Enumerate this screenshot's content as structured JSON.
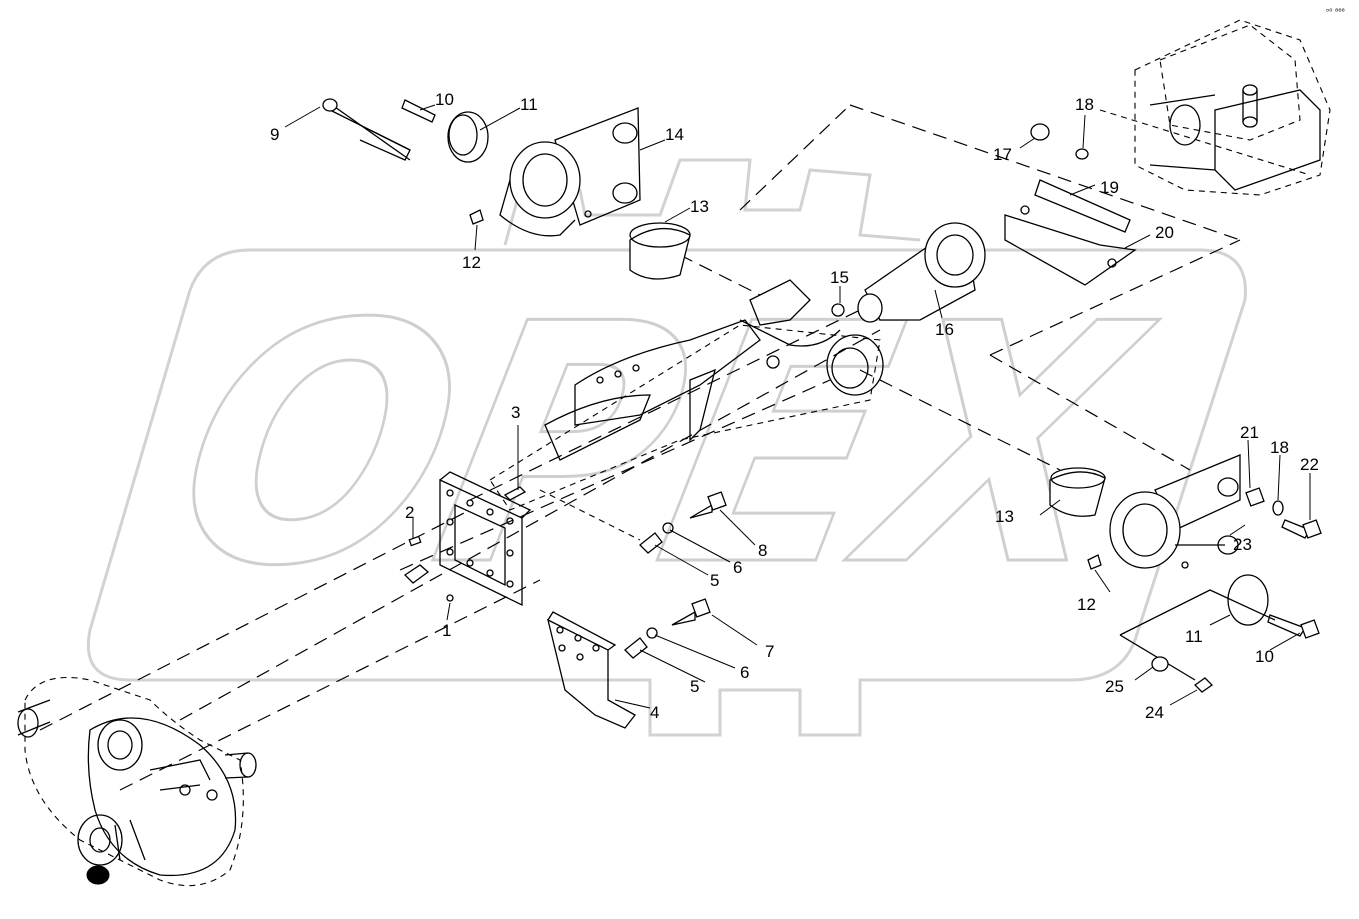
{
  "watermark": {
    "text": "OPEX"
  },
  "corner_mark": "ᵒ⁰ ⁸⁶⁶",
  "callouts": [
    {
      "id": "c1",
      "label": "1"
    },
    {
      "id": "c2",
      "label": "2"
    },
    {
      "id": "c3",
      "label": "3"
    },
    {
      "id": "c4",
      "label": "4"
    },
    {
      "id": "c5a",
      "label": "5"
    },
    {
      "id": "c5b",
      "label": "5"
    },
    {
      "id": "c6a",
      "label": "6"
    },
    {
      "id": "c6b",
      "label": "6"
    },
    {
      "id": "c7",
      "label": "7"
    },
    {
      "id": "c8",
      "label": "8"
    },
    {
      "id": "c9",
      "label": "9"
    },
    {
      "id": "c10a",
      "label": "10"
    },
    {
      "id": "c10b",
      "label": "10"
    },
    {
      "id": "c11a",
      "label": "11"
    },
    {
      "id": "c11b",
      "label": "11"
    },
    {
      "id": "c12a",
      "label": "12"
    },
    {
      "id": "c12b",
      "label": "12"
    },
    {
      "id": "c13a",
      "label": "13"
    },
    {
      "id": "c13b",
      "label": "13"
    },
    {
      "id": "c14",
      "label": "14"
    },
    {
      "id": "c15",
      "label": "15"
    },
    {
      "id": "c16",
      "label": "16"
    },
    {
      "id": "c17",
      "label": "17"
    },
    {
      "id": "c18a",
      "label": "18"
    },
    {
      "id": "c18b",
      "label": "18"
    },
    {
      "id": "c19",
      "label": "19"
    },
    {
      "id": "c20",
      "label": "20"
    },
    {
      "id": "c21",
      "label": "21"
    },
    {
      "id": "c22",
      "label": "22"
    },
    {
      "id": "c23",
      "label": "23"
    },
    {
      "id": "c24",
      "label": "24"
    },
    {
      "id": "c25",
      "label": "25"
    }
  ]
}
